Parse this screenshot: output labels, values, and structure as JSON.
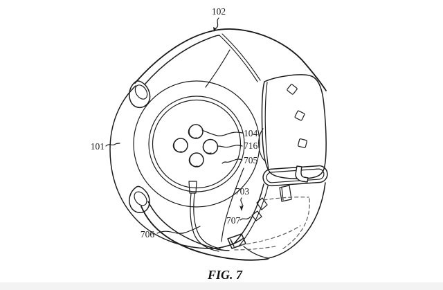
{
  "canvas": {
    "background": "#ffffff",
    "ink_color": "#1c1c1c",
    "footer_strip_color": "#f3f3f4"
  },
  "figure": {
    "caption": "FIG. 7",
    "labels": {
      "l101": "101",
      "l102": "102",
      "l104": "104",
      "l716": "716",
      "l705": "705",
      "l703": "703",
      "l707": "707",
      "l706": "706"
    }
  }
}
